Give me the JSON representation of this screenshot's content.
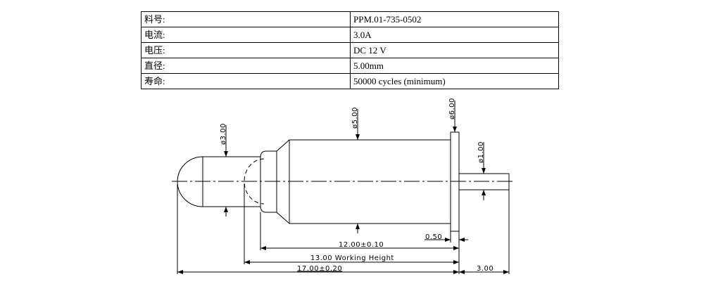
{
  "spec_table": [
    {
      "label": "料号:",
      "value": "PPM.01-735-0502"
    },
    {
      "label": "电流:",
      "value": "3.0A"
    },
    {
      "label": "电压:",
      "value": "DC 12 V"
    },
    {
      "label": "直径:",
      "value": "5.00mm"
    },
    {
      "label": "寿命:",
      "value": "50000 cycles (minimum)"
    }
  ],
  "drawing": {
    "dia_plunger": "ø3.00",
    "dia_body": "ø5.00",
    "dia_flange": "ø6.00",
    "dia_tail": "ø1.00",
    "flange_thickness": "0.50",
    "barrel_length": "12.00±0.10",
    "working_height": "13.00 Working Height",
    "total_length": "17.00±0.20",
    "tail_length": "3.00"
  }
}
